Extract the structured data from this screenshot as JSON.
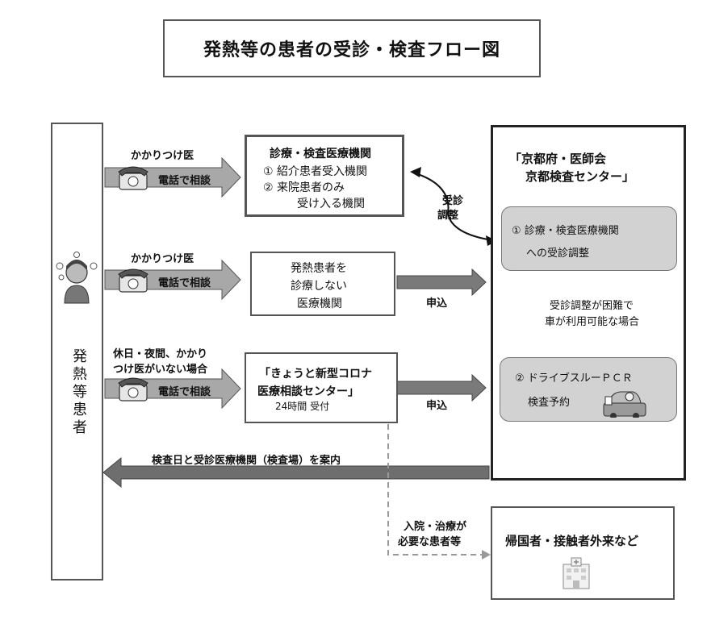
{
  "title": "発熱等の患者の受診・検査フロー図",
  "patient": {
    "label": "発熱等患者"
  },
  "rows": [
    {
      "who": "かかりつけ医",
      "method": "電話で相談",
      "facility_lines": [
        "診療・検査医療機関",
        "① 紹介患者受入機関",
        "② 来院患者のみ",
        "受け入る機関"
      ]
    },
    {
      "who": "かかりつけ医",
      "method": "電話で相談",
      "facility_lines": [
        "発熱患者を",
        "診療しない",
        "医療機関"
      ],
      "action": "申込"
    },
    {
      "who_lines": [
        "休日・夜間、かかり",
        "つけ医がいない場合"
      ],
      "method": "電話で相談",
      "facility_lines": [
        "「きょうと新型コロナ",
        "医療相談センター」"
      ],
      "facility_sub": "24時間 受付",
      "action": "申込"
    }
  ],
  "coordination": [
    "受診",
    "調整"
  ],
  "center": {
    "title_lines": [
      "「京都府・医師会",
      "京都検査センター」"
    ],
    "step1_lines": [
      "① 診療・検査医療機関",
      "への受診調整"
    ],
    "transition_lines": [
      "受診調整が困難で",
      "車が利用可能な場合"
    ],
    "step2_title": "② ドライブスルーＰＣＲ",
    "step2_sub": "検査予約"
  },
  "return_arrow_label": "検査日と受診医療機関（検査場）を案内",
  "hospital_note_lines": [
    "入院・治療が",
    "必要な患者等"
  ],
  "outpatient_label": "帰国者・接触者外来など",
  "icons": [
    "telephone-icon",
    "sick-person-icon",
    "hospital-icon",
    "drive-thru-pcr-icon"
  ]
}
